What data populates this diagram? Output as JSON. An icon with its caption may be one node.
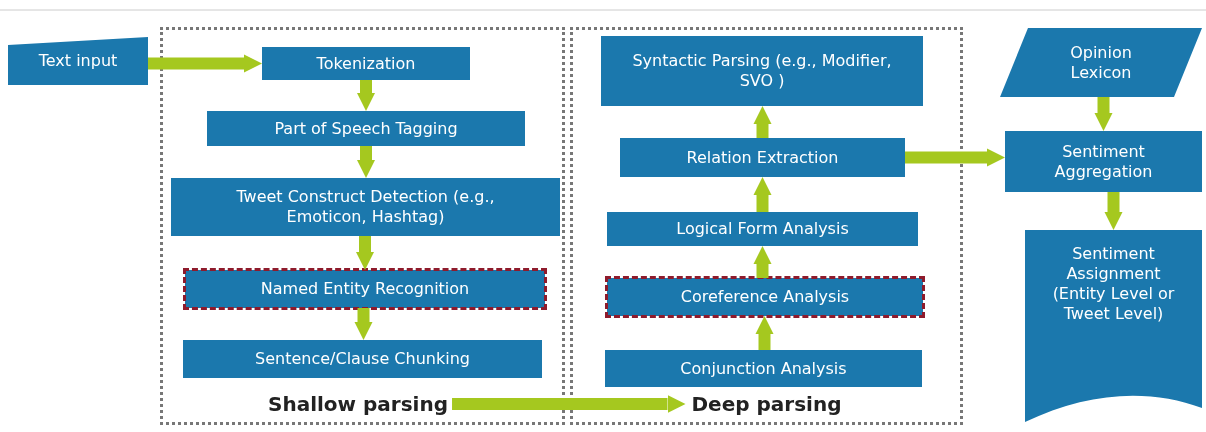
{
  "diagram": {
    "nodes": [
      {
        "text": [
          "Shallow parsing"
        ]
      },
      {
        "text": [
          "Text input"
        ]
      },
      {
        "text": [
          "Tokenization"
        ],
        "in": 0
      },
      {
        "text": [
          "Part of Speech Tagging"
        ],
        "in": 0
      },
      {
        "text": [
          "Tweet Construct Detection (e.g., Emoticon, Hashtag)"
        ],
        "in": 0
      },
      {
        "text": [
          "Named Entity Recognition"
        ],
        "in": 0
      },
      {
        "text": [
          "Sentence/Clause Chunking"
        ],
        "in": 0
      },
      {
        "text": [
          "Deep parsing"
        ]
      },
      {
        "text": [
          "Syntactic Parsing (e.g., Modifier, SVO )"
        ],
        "in": 7
      },
      {
        "text": [
          "Relation Extraction"
        ],
        "in": 7
      },
      {
        "text": [
          "Logical Form Analysis"
        ],
        "in": 7
      },
      {
        "text": [
          "Coreference Analysis"
        ],
        "in": 7
      },
      {
        "text": [
          "Conjunction Analysis"
        ],
        "in": 7
      },
      {
        "text": [
          "Opinion Lexicon"
        ]
      },
      {
        "text": [
          "Sentiment Aggregation"
        ]
      },
      {
        "text": [
          "Sentiment Assignment (Entity Level or Tweet Level)"
        ]
      }
    ],
    "edges": [
      {
        "from": 1,
        "to": 2,
        "arrow": "to"
      },
      {
        "from": 2,
        "to": 3,
        "arrow": "to"
      },
      {
        "from": 3,
        "to": 4,
        "arrow": "to"
      },
      {
        "from": 4,
        "to": 5,
        "arrow": "to"
      },
      {
        "from": 5,
        "to": 6,
        "arrow": "to"
      },
      {
        "from": 0,
        "to": 7,
        "arrow": "to"
      },
      {
        "from": 12,
        "to": 11,
        "arrow": "to"
      },
      {
        "from": 11,
        "to": 10,
        "arrow": "to"
      },
      {
        "from": 10,
        "to": 9,
        "arrow": "to"
      },
      {
        "from": 9,
        "to": 8,
        "arrow": "to"
      },
      {
        "from": 9,
        "to": 14,
        "arrow": "to"
      },
      {
        "from": 13,
        "to": 14,
        "arrow": "to"
      },
      {
        "from": 14,
        "to": 15,
        "arrow": "to"
      }
    ]
  }
}
